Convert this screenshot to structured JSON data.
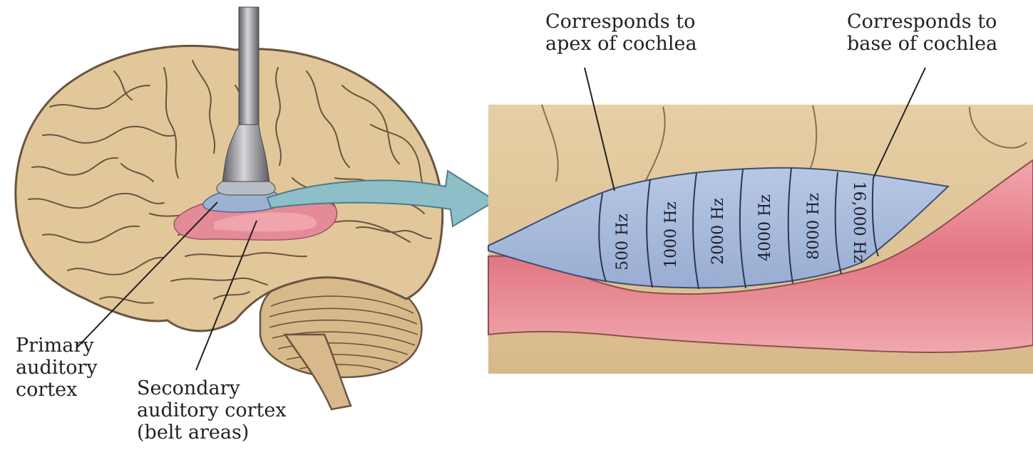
{
  "labels": {
    "primary_line1": "Primary",
    "primary_line2": "auditory",
    "primary_line3": "cortex",
    "secondary_line1": "Secondary",
    "secondary_line2": "auditory cortex",
    "secondary_line3": "(belt areas)",
    "apex_line1": "Corresponds to",
    "apex_line2": "apex of cochlea",
    "base_line1": "Corresponds to",
    "base_line2": "base of cochlea"
  },
  "frequency_bands": [
    "500 Hz",
    "1000 Hz",
    "2000 Hz",
    "4000 Hz",
    "8000 Hz",
    "16,000 Hz"
  ],
  "colors": {
    "brain": "#e2c79a",
    "brain_outline": "#6a5440",
    "primary_area": "#9db2d2",
    "secondary_area": "#e58a98",
    "arrow": "#8ebfc9",
    "tonotopic_band": "#a9bedf",
    "temporal_red": "#e8838f",
    "probe": "#8f8f96"
  }
}
